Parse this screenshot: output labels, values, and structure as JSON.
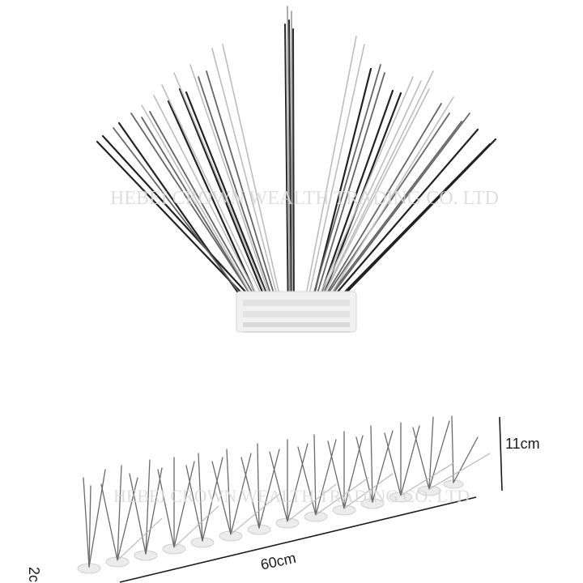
{
  "image": {
    "subject": "stainless steel bird spikes with polycarbonate base",
    "background_color": "#ffffff",
    "spike_colors": {
      "dark": "#2a2a2a",
      "mid": "#7a7a7a",
      "light": "#bdbdbd"
    },
    "base_color": "#e6e6e6"
  },
  "watermark": {
    "text": "HEBEI CROWN WEALTH TRADING CO. LTD",
    "color": "#d9d9d9"
  },
  "dimensions": {
    "height_label": "11cm",
    "length_label": "60cm",
    "width_label_partial": "2c"
  }
}
